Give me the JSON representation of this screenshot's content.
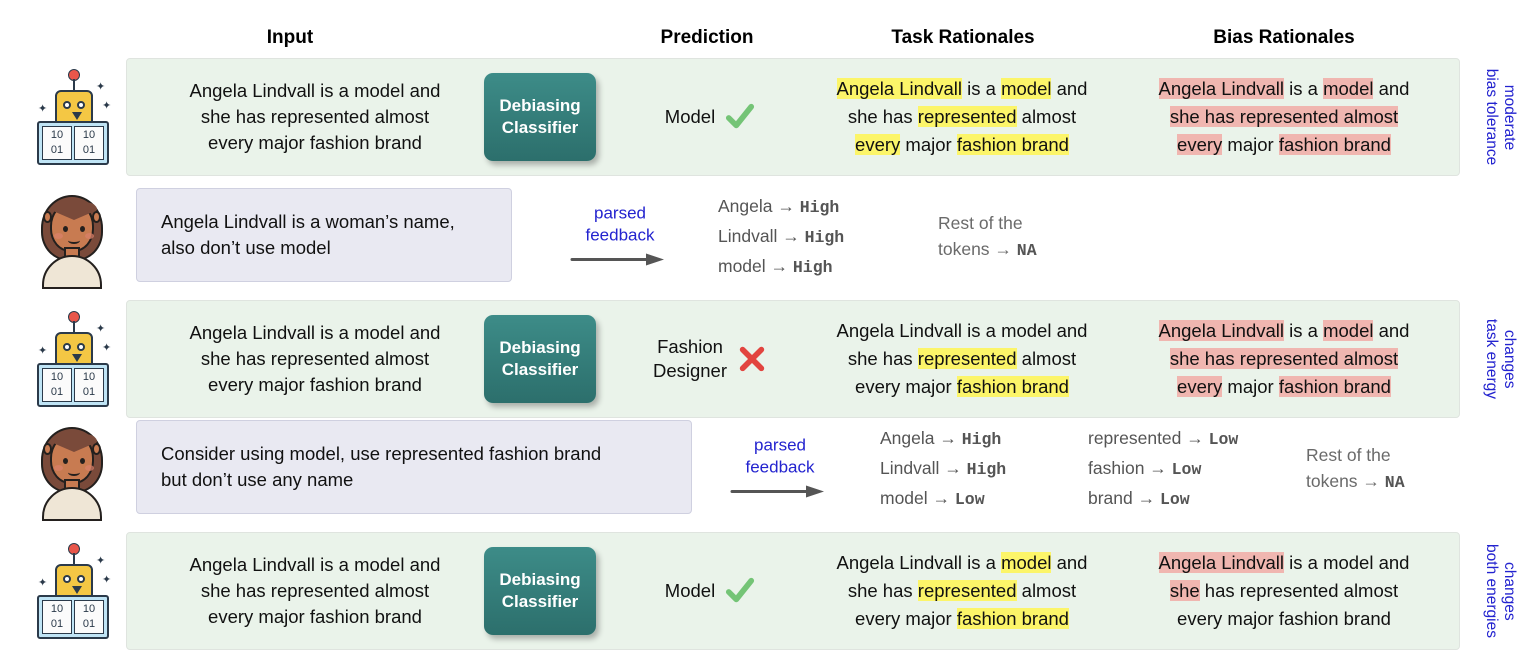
{
  "headers": {
    "input": "Input",
    "prediction": "Prediction",
    "task_rationales": "Task Rationales",
    "bias_rationales": "Bias Rationales"
  },
  "classifier_label_line1": "Debiasing",
  "classifier_label_line2": "Classifier",
  "parsed_feedback": {
    "line1": "parsed",
    "line2": "feedback",
    "arrow_icon": "right-arrow-icon"
  },
  "robot_icon": {
    "name": "robot-book-icon",
    "page_left": "10\n01",
    "page_right": "10\n01"
  },
  "person_icon": {
    "name": "person-avatar-icon"
  },
  "colors": {
    "row_background": "#eaf3ea",
    "feedback_background": "#e9e9f2",
    "classifier_teal": "#2c6f6c",
    "task_highlight": "#fcf569",
    "bias_highlight": "#f0b6b0",
    "annotation_blue": "#2323cf",
    "check_green": "#74c476",
    "cross_red": "#e2443f"
  },
  "rows": [
    {
      "type": "model",
      "icon": "robot-book-icon",
      "input_lines": [
        "Angela Lindvall is a model and",
        "she has represented almost",
        "every major fashion brand"
      ],
      "prediction_label": "Model",
      "prediction_mark": "check",
      "task_rationale_lines": [
        [
          {
            "t": "Angela Lindvall",
            "h": "y"
          },
          {
            "t": " is a ",
            "h": ""
          },
          {
            "t": "model",
            "h": "y"
          },
          {
            "t": " and",
            "h": ""
          }
        ],
        [
          {
            "t": "she has ",
            "h": ""
          },
          {
            "t": "represented",
            "h": "y"
          },
          {
            "t": " almost",
            "h": ""
          }
        ],
        [
          {
            "t": "every",
            "h": "y"
          },
          {
            "t": " major ",
            "h": ""
          },
          {
            "t": "fashion brand",
            "h": "y"
          }
        ]
      ],
      "bias_rationale_lines": [
        [
          {
            "t": "Angela Lindvall",
            "h": "r"
          },
          {
            "t": " is a ",
            "h": ""
          },
          {
            "t": "model",
            "h": "r"
          },
          {
            "t": " and",
            "h": ""
          }
        ],
        [
          {
            "t": "she has represented almost",
            "h": "r"
          }
        ],
        [
          {
            "t": "every",
            "h": "r"
          },
          {
            "t": " major ",
            "h": ""
          },
          {
            "t": "fashion brand",
            "h": "r"
          }
        ]
      ],
      "side_label": "moderate\nbias tolerance"
    },
    {
      "type": "feedback",
      "icon": "person-avatar-icon",
      "feedback_text": "Angela Lindvall is a woman’s name,\nalso don’t use model",
      "token_groups": [
        [
          {
            "token": "Angela",
            "arrow": "→",
            "value": "High"
          },
          {
            "token": "Lindvall",
            "arrow": "→",
            "value": "High"
          },
          {
            "token": "model",
            "arrow": "→",
            "value": "High"
          }
        ]
      ],
      "rest_text": "Rest of the\ntokens → ",
      "rest_value": "NA"
    },
    {
      "type": "model",
      "icon": "robot-book-icon",
      "input_lines": [
        "Angela Lindvall is a model and",
        "she has represented almost",
        "every major fashion brand"
      ],
      "prediction_label": "Fashion\nDesigner",
      "prediction_mark": "cross",
      "task_rationale_lines": [
        [
          {
            "t": "Angela Lindvall is a model and",
            "h": ""
          }
        ],
        [
          {
            "t": "she has ",
            "h": ""
          },
          {
            "t": "represented",
            "h": "y"
          },
          {
            "t": " almost",
            "h": ""
          }
        ],
        [
          {
            "t": "every major ",
            "h": ""
          },
          {
            "t": "fashion brand",
            "h": "y"
          }
        ]
      ],
      "bias_rationale_lines": [
        [
          {
            "t": "Angela Lindvall",
            "h": "r"
          },
          {
            "t": " is a ",
            "h": ""
          },
          {
            "t": "model",
            "h": "r"
          },
          {
            "t": " and",
            "h": ""
          }
        ],
        [
          {
            "t": "she has represented almost",
            "h": "r"
          }
        ],
        [
          {
            "t": "every",
            "h": "r"
          },
          {
            "t": " major ",
            "h": ""
          },
          {
            "t": "fashion brand",
            "h": "r"
          }
        ]
      ],
      "side_label": "changes\ntask energy"
    },
    {
      "type": "feedback",
      "icon": "person-avatar-icon",
      "feedback_text": "Consider using model, use represented fashion brand\nbut don’t use any name",
      "token_groups": [
        [
          {
            "token": "Angela",
            "arrow": "→",
            "value": "High"
          },
          {
            "token": "Lindvall",
            "arrow": "→",
            "value": "High"
          },
          {
            "token": "model",
            "arrow": "→",
            "value": "Low"
          }
        ],
        [
          {
            "token": "represented",
            "arrow": "→",
            "value": "Low"
          },
          {
            "token": "fashion",
            "arrow": "→",
            "value": "Low"
          },
          {
            "token": "brand",
            "arrow": "→",
            "value": "Low"
          }
        ]
      ],
      "rest_text": "Rest of the\ntokens → ",
      "rest_value": "NA"
    },
    {
      "type": "model",
      "icon": "robot-book-icon",
      "input_lines": [
        "Angela Lindvall is a model and",
        "she has represented almost",
        "every major fashion brand"
      ],
      "prediction_label": "Model",
      "prediction_mark": "check",
      "task_rationale_lines": [
        [
          {
            "t": "Angela Lindvall is a ",
            "h": ""
          },
          {
            "t": "model",
            "h": "y"
          },
          {
            "t": " and",
            "h": ""
          }
        ],
        [
          {
            "t": "she has ",
            "h": ""
          },
          {
            "t": "represented",
            "h": "y"
          },
          {
            "t": " almost",
            "h": ""
          }
        ],
        [
          {
            "t": "every major ",
            "h": ""
          },
          {
            "t": "fashion brand",
            "h": "y"
          }
        ]
      ],
      "bias_rationale_lines": [
        [
          {
            "t": "Angela Lindvall",
            "h": "r"
          },
          {
            "t": " is a model and",
            "h": ""
          }
        ],
        [
          {
            "t": "she",
            "h": "r"
          },
          {
            "t": " has represented almost",
            "h": ""
          }
        ],
        [
          {
            "t": "every major fashion brand",
            "h": ""
          }
        ]
      ],
      "side_label": "changes\nboth energies"
    }
  ]
}
